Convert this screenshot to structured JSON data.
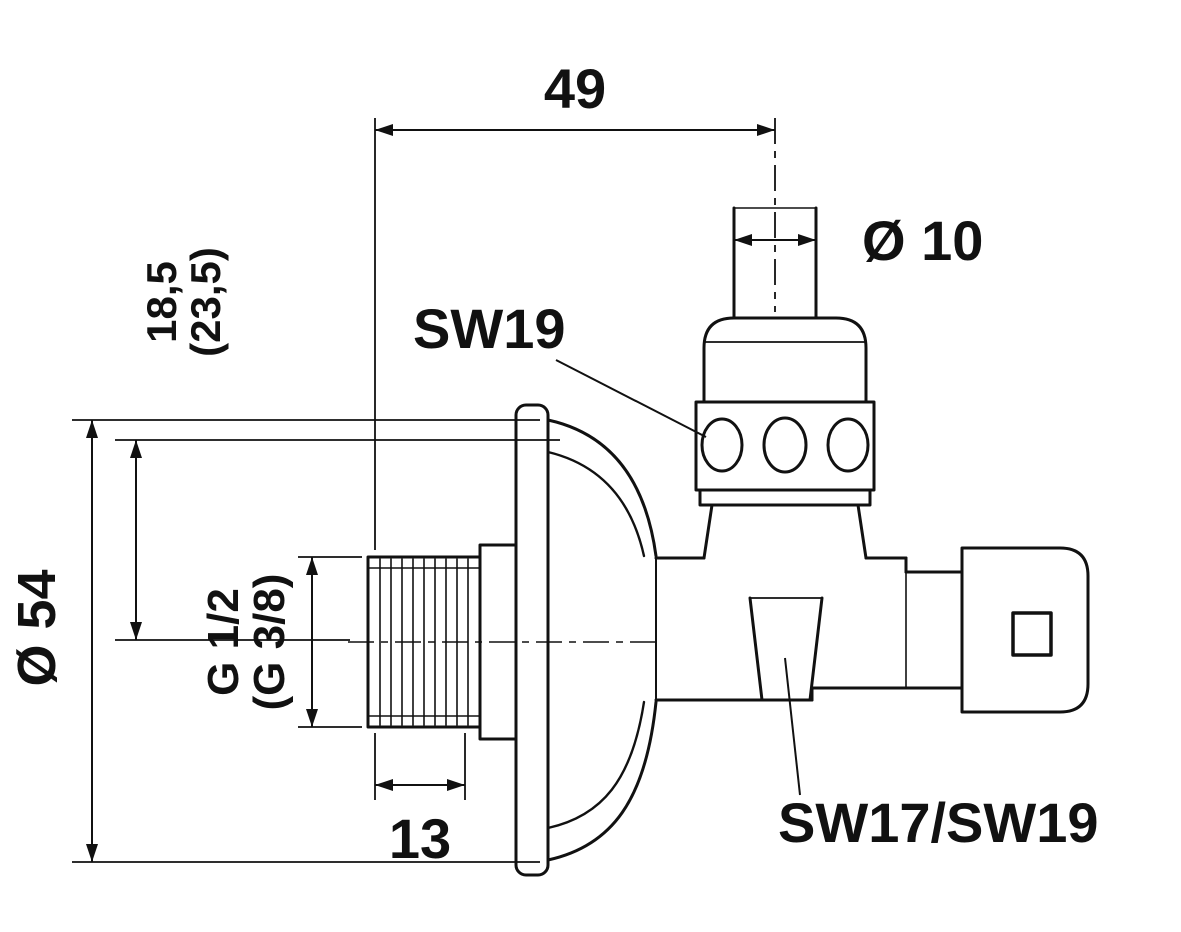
{
  "labels": {
    "dim_width": "49",
    "dim_pipe_diameter": "Ø 10",
    "wrench_top": "SW19",
    "offset_primary": "18,5",
    "offset_alt": "(23,5)",
    "flange_diameter": "Ø 54",
    "thread_primary": "G 1/2",
    "thread_alt": "(G 3/8)",
    "thread_length": "13",
    "wrench_body": "SW17/SW19"
  },
  "colors": {
    "line": "#111111",
    "background": "#ffffff"
  }
}
